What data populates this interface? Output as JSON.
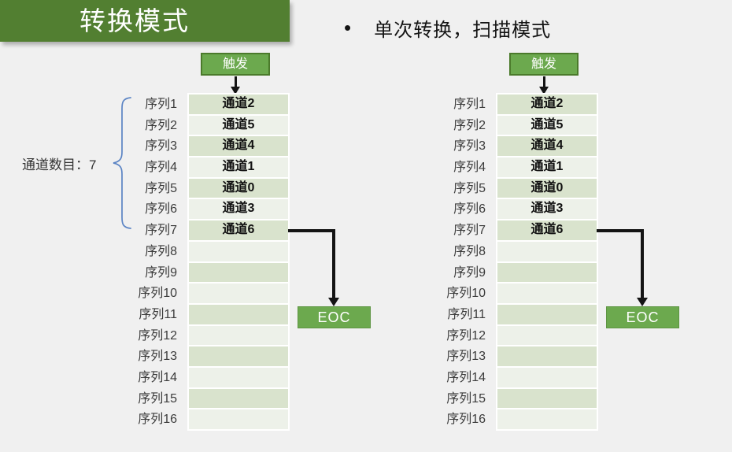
{
  "slide": {
    "title": "转换模式",
    "bullet_text": "单次转换，扫描模式"
  },
  "channel_count_label": "通道数目：7",
  "diagrams": [
    {
      "id": "left",
      "trigger_label": "触发",
      "eoc_label": "EOC",
      "rows": [
        {
          "seq": "序列1",
          "channel": "通道2"
        },
        {
          "seq": "序列2",
          "channel": "通道5"
        },
        {
          "seq": "序列3",
          "channel": "通道4"
        },
        {
          "seq": "序列4",
          "channel": "通道1"
        },
        {
          "seq": "序列5",
          "channel": "通道0"
        },
        {
          "seq": "序列6",
          "channel": "通道3"
        },
        {
          "seq": "序列7",
          "channel": "通道6"
        },
        {
          "seq": "序列8",
          "channel": ""
        },
        {
          "seq": "序列9",
          "channel": ""
        },
        {
          "seq": "序列10",
          "channel": ""
        },
        {
          "seq": "序列11",
          "channel": ""
        },
        {
          "seq": "序列12",
          "channel": ""
        },
        {
          "seq": "序列13",
          "channel": ""
        },
        {
          "seq": "序列14",
          "channel": ""
        },
        {
          "seq": "序列15",
          "channel": ""
        },
        {
          "seq": "序列16",
          "channel": ""
        }
      ]
    },
    {
      "id": "right",
      "trigger_label": "触发",
      "eoc_label": "EOC",
      "rows": [
        {
          "seq": "序列1",
          "channel": "通道2"
        },
        {
          "seq": "序列2",
          "channel": "通道5"
        },
        {
          "seq": "序列3",
          "channel": "通道4"
        },
        {
          "seq": "序列4",
          "channel": "通道1"
        },
        {
          "seq": "序列5",
          "channel": "通道0"
        },
        {
          "seq": "序列6",
          "channel": "通道3"
        },
        {
          "seq": "序列7",
          "channel": "通道6"
        },
        {
          "seq": "序列8",
          "channel": ""
        },
        {
          "seq": "序列9",
          "channel": ""
        },
        {
          "seq": "序列10",
          "channel": ""
        },
        {
          "seq": "序列11",
          "channel": ""
        },
        {
          "seq": "序列12",
          "channel": ""
        },
        {
          "seq": "序列13",
          "channel": ""
        },
        {
          "seq": "序列14",
          "channel": ""
        },
        {
          "seq": "序列15",
          "channel": ""
        },
        {
          "seq": "序列16",
          "channel": ""
        }
      ]
    }
  ],
  "colors": {
    "background": "#f0f0f0",
    "banner_green": "#527f31",
    "box_green": "#6ca94e",
    "box_border_green": "#4b7a2b",
    "row_dark": "#d9e3cd",
    "row_light": "#edf1e9",
    "bracket_blue": "#5b84c4",
    "arrow_black": "#141414"
  }
}
